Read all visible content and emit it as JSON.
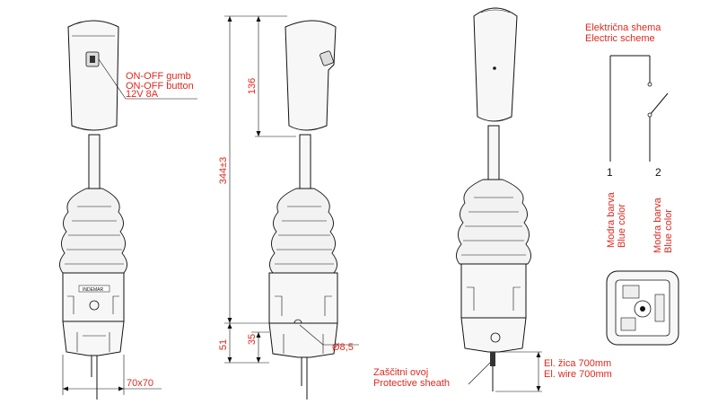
{
  "labels": {
    "button_line1": "ON-OFF gumb",
    "button_line2": "ON-OFF button",
    "button_line3": "12V 8A",
    "dim_handle": "136",
    "dim_total": "344±3",
    "dim_base": "51",
    "dim_flange": "35",
    "dim_hole": "Ø8,5",
    "dim_square": "70x70",
    "sheath_line1": "Zaščitni ovoj",
    "sheath_line2": "Protective sheath",
    "wire_line1": "El. žica 700mm",
    "wire_line2": "El. wire 700mm",
    "scheme_line1": "Električna shema",
    "scheme_line2": "Electric scheme",
    "wire1_num": "1",
    "wire2_num": "2",
    "wire1_color_line1": "Modra barva",
    "wire1_color_line2": "Blue color",
    "wire2_color_line1": "Modra barva",
    "wire2_color_line2": "Blue color",
    "brand": "INDEMAR"
  },
  "colors": {
    "annotation": "#e0281e",
    "linework": "#111111"
  }
}
